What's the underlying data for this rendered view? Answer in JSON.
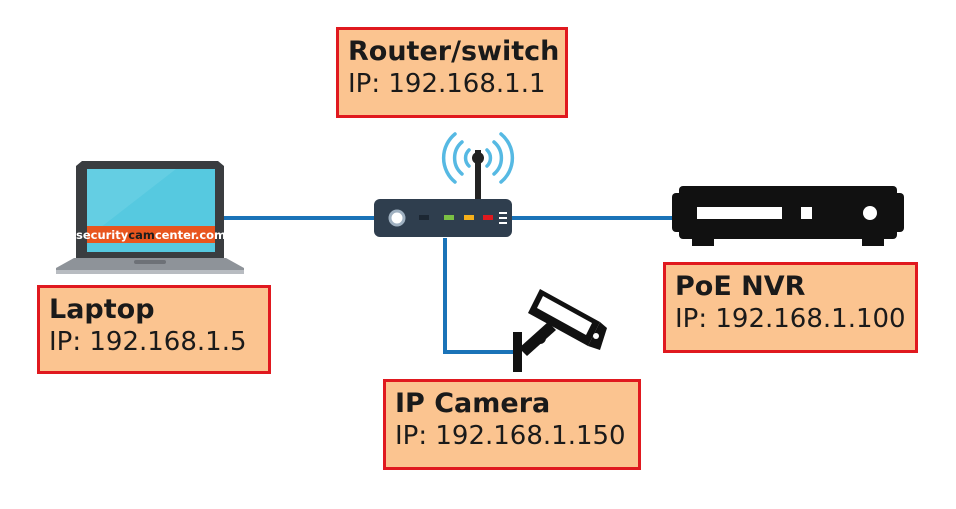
{
  "devices": {
    "router": {
      "title": "Router/switch",
      "ip": "IP: 192.168.1.1"
    },
    "laptop": {
      "title": "Laptop",
      "ip": "IP: 192.168.1.5",
      "screen_brand": {
        "prefix": "security",
        "highlight": "cam",
        "suffix": "center.com"
      }
    },
    "nvr": {
      "title": "PoE NVR",
      "ip": "IP: 192.168.1.100"
    },
    "camera": {
      "title": "IP Camera",
      "ip": "IP: 192.168.1.150"
    }
  },
  "colors": {
    "cable": "#1a73b8",
    "label_fill": "#fbc490",
    "label_border": "#e0191f",
    "laptop_screen": "#56c9e0",
    "brand_bar": "#e8551e",
    "wifi": "#56b9e3"
  }
}
